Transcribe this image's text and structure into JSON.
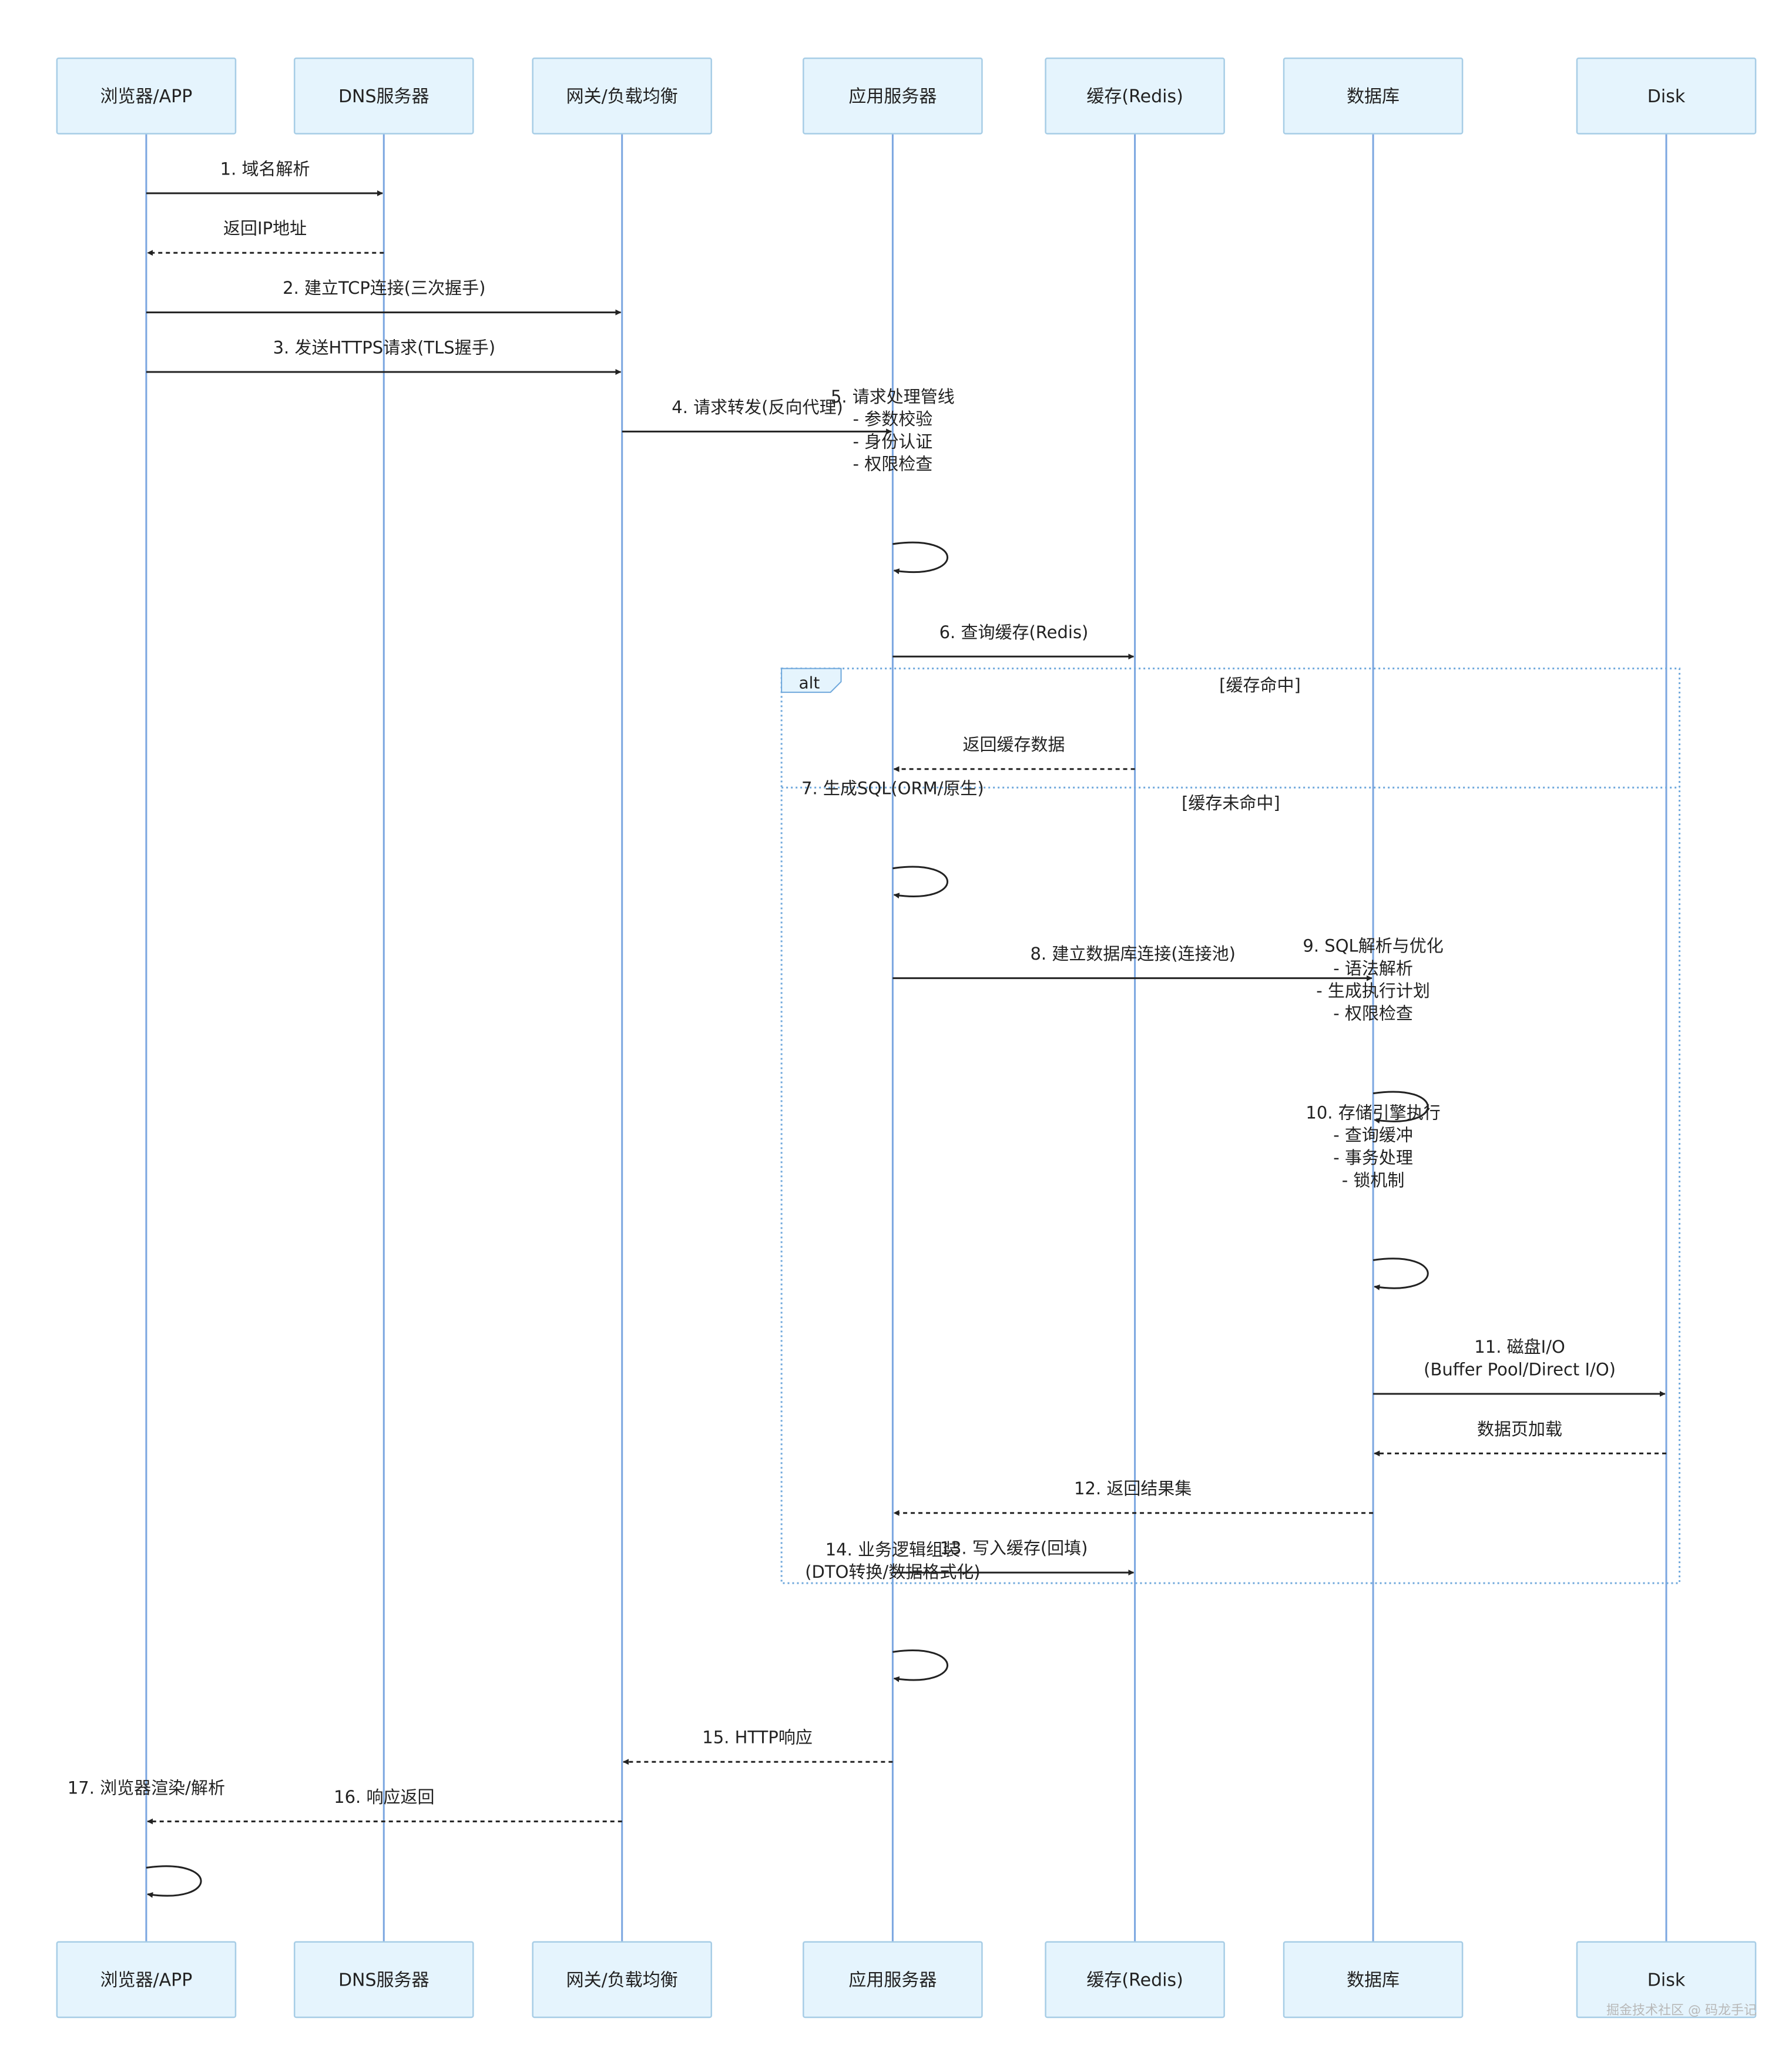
{
  "actors": [
    {
      "id": "browser",
      "label": "浏览器/APP"
    },
    {
      "id": "dns",
      "label": "DNS服务器"
    },
    {
      "id": "gateway",
      "label": "网关/负载均衡"
    },
    {
      "id": "app",
      "label": "应用服务器"
    },
    {
      "id": "redis",
      "label": "缓存(Redis)"
    },
    {
      "id": "db",
      "label": "数据库"
    },
    {
      "id": "disk",
      "label": "Disk"
    }
  ],
  "messages": [
    {
      "from": "browser",
      "to": "dns",
      "style": "solid",
      "lines": [
        "1. 域名解析"
      ]
    },
    {
      "from": "dns",
      "to": "browser",
      "style": "dashed",
      "lines": [
        "返回IP地址"
      ]
    },
    {
      "from": "browser",
      "to": "gateway",
      "style": "solid",
      "lines": [
        "2. 建立TCP连接(三次握手)"
      ]
    },
    {
      "from": "browser",
      "to": "gateway",
      "style": "solid",
      "lines": [
        "3. 发送HTTPS请求(TLS握手)"
      ]
    },
    {
      "from": "gateway",
      "to": "app",
      "style": "solid",
      "lines": [
        "4. 请求转发(反向代理)"
      ]
    },
    {
      "from": "app",
      "to": "app",
      "style": "self",
      "lines": [
        "5. 请求处理管线",
        "- 参数校验",
        "- 身份认证",
        "- 权限检查"
      ]
    },
    {
      "from": "app",
      "to": "redis",
      "style": "solid",
      "lines": [
        "6. 查询缓存(Redis)"
      ]
    },
    {
      "from": "redis",
      "to": "app",
      "style": "dashed",
      "lines": [
        "返回缓存数据"
      ]
    },
    {
      "from": "app",
      "to": "app",
      "style": "self",
      "lines": [
        "7. 生成SQL(ORM/原生)"
      ]
    },
    {
      "from": "app",
      "to": "db",
      "style": "solid",
      "lines": [
        "8. 建立数据库连接(连接池)"
      ]
    },
    {
      "from": "db",
      "to": "db",
      "style": "self",
      "lines": [
        "9. SQL解析与优化",
        "- 语法解析",
        "- 生成执行计划",
        "- 权限检查"
      ]
    },
    {
      "from": "db",
      "to": "db",
      "style": "self",
      "lines": [
        "10. 存储引擎执行",
        "- 查询缓冲",
        "- 事务处理",
        "- 锁机制"
      ]
    },
    {
      "from": "db",
      "to": "disk",
      "style": "solid",
      "lines": [
        "11. 磁盘I/O",
        "(Buffer Pool/Direct I/O)"
      ]
    },
    {
      "from": "disk",
      "to": "db",
      "style": "dashed",
      "lines": [
        "数据页加载"
      ]
    },
    {
      "from": "db",
      "to": "app",
      "style": "dashed",
      "lines": [
        "12. 返回结果集"
      ]
    },
    {
      "from": "app",
      "to": "redis",
      "style": "solid",
      "lines": [
        "13. 写入缓存(回填)"
      ]
    },
    {
      "from": "app",
      "to": "app",
      "style": "self",
      "lines": [
        "14. 业务逻辑组装",
        "(DTO转换/数据格式化)"
      ]
    },
    {
      "from": "app",
      "to": "gateway",
      "style": "dashed",
      "lines": [
        "15. HTTP响应"
      ]
    },
    {
      "from": "gateway",
      "to": "browser",
      "style": "dashed",
      "lines": [
        "16. 响应返回"
      ]
    },
    {
      "from": "browser",
      "to": "browser",
      "style": "self",
      "lines": [
        "17. 浏览器渲染/解析"
      ]
    }
  ],
  "alt_block": {
    "keyword": "alt",
    "sections": [
      "[缓存命中]",
      "[缓存未命中]"
    ]
  },
  "watermark": "掘金技术社区 @ 码龙手记",
  "colors": {
    "actor_fill": "#e5f4fd",
    "actor_stroke": "#a7cde6",
    "lifeline": "#7ba6e0",
    "arrow": "#222222",
    "alt_frame": "#6fa8dc"
  }
}
